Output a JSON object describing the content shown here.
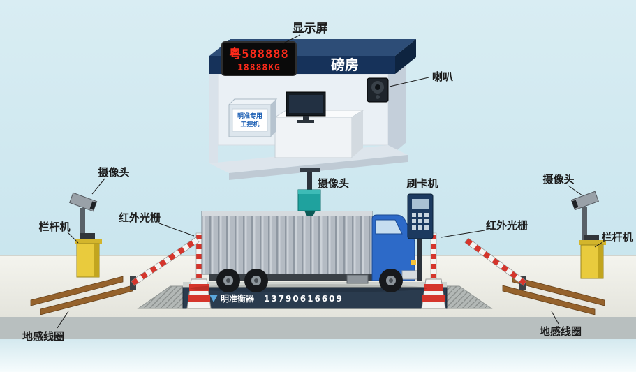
{
  "diagram": {
    "type": "truck-scale-weighbridge-system-diagram",
    "labels": {
      "display_screen": "显示屏",
      "weigh_house": "磅房",
      "speaker": "喇叭",
      "ceiling_camera": "摄像头",
      "card_reader": "刷卡机",
      "camera_left": "摄像头",
      "camera_right": "摄像头",
      "grating_left": "红外光栅",
      "grating_right": "红外光栅",
      "barrier_left": "栏杆机",
      "barrier_right": "栏杆机",
      "coil_left": "地感线圈",
      "coil_right": "地感线圈"
    },
    "led_display": {
      "line1": "粤588888",
      "line2": "18888KG"
    },
    "industrial_pc": {
      "line1": "明准专用",
      "line2": "工控机"
    },
    "weighbridge": {
      "brand": "明准衡器",
      "phone": "13790616609"
    },
    "colors": {
      "background": "#cde7ee",
      "roof": "#16325a",
      "platform": "#2a3b4e",
      "barrier_machine": "#e9cb3d",
      "stripe_red": "#d5352c",
      "coil_brown": "#95622c",
      "camera_teal": "#1fa29e",
      "truck_cab_blue": "#2d6ac8",
      "led_red": "#ff2b1b"
    }
  }
}
